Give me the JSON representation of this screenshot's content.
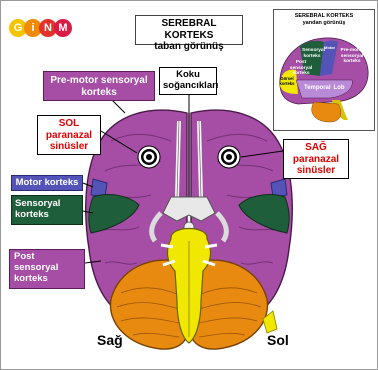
{
  "logo": {
    "letters": [
      "G",
      "i",
      "N",
      "M"
    ],
    "colors": [
      "#f5c400",
      "#f28a00",
      "#e4322b",
      "#d81b45"
    ]
  },
  "title": {
    "line1": "SEREBRAL KORTEKS",
    "line2": "taban görünüş"
  },
  "inset": {
    "title_line1": "SEREBRAL KORTEKS",
    "title_line2": "yandan görünüş",
    "labels": {
      "sensory": "Sensoryal korteks",
      "post_sensory": "Post sensoryal korteks",
      "motor": "Motor",
      "premotor": "Pre-motor sensoryal korteks",
      "occipital": "Görsel korteks",
      "temporal": "Temporal",
      "lobe": "Lob"
    }
  },
  "labels": {
    "premotor": "Pre-motor sensoryal korteks",
    "olfactory": "Koku soğancıkları",
    "left_sinus": "SOL paranazal sinüsler",
    "right_sinus": "SAĞ paranazal sinüsler",
    "motor": "Motor korteks",
    "sensory": "Sensoryal korteks",
    "post_sensory": "Post sensoryal korteks",
    "side_right": "Sağ",
    "side_left": "Sol"
  },
  "colors": {
    "cortex_purple": "#a64ea6",
    "motor_blue": "#5454b8",
    "sensory_green": "#1f5e3a",
    "cerebellum_orange": "#e88a10",
    "brainstem_yellow": "#f0e800",
    "sinus_red": "#e00000"
  }
}
